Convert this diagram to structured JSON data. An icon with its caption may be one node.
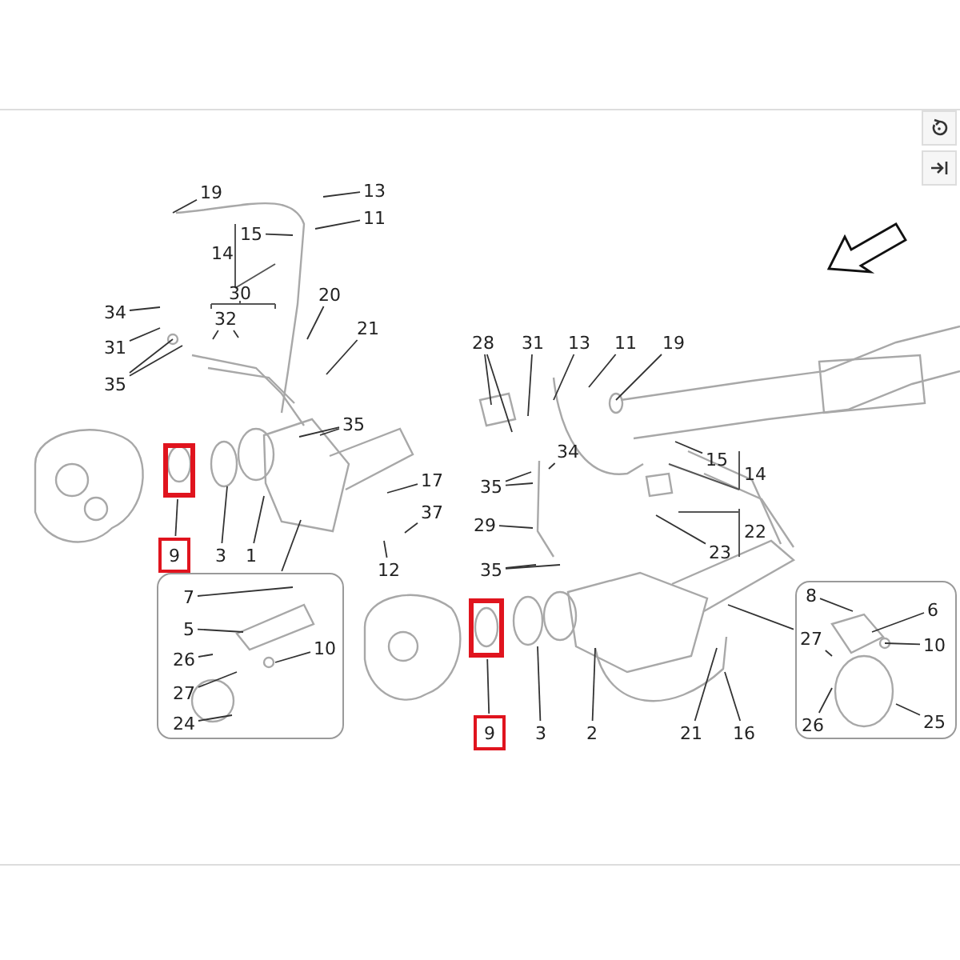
{
  "diagram": {
    "nodes": [
      {
        "text": [
          "19"
        ]
      },
      {
        "text": [
          "13"
        ]
      },
      {
        "text": [
          "11"
        ]
      },
      {
        "text": [
          "15"
        ]
      },
      {
        "text": [
          "20"
        ]
      },
      {
        "text": [
          "21"
        ]
      },
      {
        "text": [
          "34"
        ]
      },
      {
        "text": [
          "32"
        ]
      },
      {
        "text": [
          "31"
        ]
      },
      {
        "text": [
          "35"
        ]
      },
      {
        "text": [
          "35"
        ]
      },
      {
        "text": [
          "9"
        ]
      },
      {
        "text": [],
        "shape": "box"
      },
      {
        "text": [
          "3"
        ]
      },
      {
        "text": [
          "1"
        ]
      },
      {
        "text": [
          "17"
        ]
      },
      {
        "text": [
          "37"
        ]
      },
      {
        "text": [
          "12"
        ]
      },
      {
        "text": [
          "28"
        ]
      },
      {
        "text": [
          "31"
        ]
      },
      {
        "text": [
          "13"
        ]
      },
      {
        "text": [
          "11"
        ]
      },
      {
        "text": [
          "19"
        ]
      },
      {
        "text": [
          "34"
        ]
      },
      {
        "text": [
          "15"
        ]
      },
      {
        "text": [
          "35"
        ]
      },
      {
        "text": [
          "29"
        ]
      },
      {
        "text": [
          "23"
        ]
      },
      {
        "text": [
          "35"
        ]
      },
      {
        "text": [],
        "shape": "box"
      },
      {
        "text": [
          "7"
        ],
        "in": 29
      },
      {
        "text": [
          "5"
        ],
        "in": 29
      },
      {
        "text": [
          "26"
        ],
        "in": 29
      },
      {
        "text": [
          "10"
        ],
        "in": 29
      },
      {
        "text": [
          "27"
        ],
        "in": 29
      },
      {
        "text": [
          "24"
        ],
        "in": 29
      },
      {
        "text": [],
        "shape": "box"
      },
      {
        "text": [
          "9"
        ]
      },
      {
        "text": [
          "3"
        ]
      },
      {
        "text": [
          "2"
        ]
      },
      {
        "text": [
          "21"
        ]
      },
      {
        "text": [
          "16"
        ]
      },
      {
        "text": [],
        "shape": "box"
      },
      {
        "text": [
          "8"
        ],
        "in": 42
      },
      {
        "text": [
          "6"
        ],
        "in": 42
      },
      {
        "text": [
          "27"
        ],
        "in": 42
      },
      {
        "text": [
          "10"
        ],
        "in": 42
      },
      {
        "text": [
          "26"
        ],
        "in": 42
      },
      {
        "text": [
          "25"
        ],
        "in": 42
      }
    ],
    "edges": [
      {
        "from": 0,
        "to": null,
        "arrow": "none"
      },
      {
        "from": 1,
        "to": null,
        "arrow": "none"
      },
      {
        "from": 2,
        "to": null,
        "arrow": "none"
      },
      {
        "from": 3,
        "to": null,
        "arrow": "none"
      },
      {
        "from": 4,
        "to": null,
        "arrow": "none"
      },
      {
        "from": 5,
        "to": null,
        "arrow": "none"
      },
      {
        "from": 6,
        "to": null,
        "arrow": "none"
      },
      {
        "from": 7,
        "to": null,
        "arrow": "none"
      },
      {
        "from": 7,
        "to": null,
        "arrow": "none"
      },
      {
        "from": 8,
        "to": null,
        "arrow": "none"
      },
      {
        "from": 9,
        "to": null,
        "arrow": "none"
      },
      {
        "from": 9,
        "to": null,
        "arrow": "none"
      },
      {
        "from": 10,
        "to": null,
        "arrow": "none"
      },
      {
        "from": 10,
        "to": null,
        "arrow": "none"
      },
      {
        "from": 11,
        "to": 12,
        "arrow": "none"
      },
      {
        "from": 13,
        "to": null,
        "arrow": "none"
      },
      {
        "from": 14,
        "to": null,
        "arrow": "none"
      },
      {
        "from": 15,
        "to": null,
        "arrow": "none"
      },
      {
        "from": 16,
        "to": null,
        "arrow": "none"
      },
      {
        "from": 17,
        "to": null,
        "arrow": "none"
      },
      {
        "from": 18,
        "to": null,
        "arrow": "none"
      },
      {
        "from": 18,
        "to": null,
        "arrow": "none"
      },
      {
        "from": 19,
        "to": null,
        "arrow": "none"
      },
      {
        "from": 20,
        "to": null,
        "arrow": "none"
      },
      {
        "from": 21,
        "to": null,
        "arrow": "none"
      },
      {
        "from": 22,
        "to": null,
        "arrow": "none"
      },
      {
        "from": 23,
        "to": null,
        "arrow": "none"
      },
      {
        "from": 24,
        "to": null,
        "arrow": "none"
      },
      {
        "from": 25,
        "to": null,
        "arrow": "none"
      },
      {
        "from": 25,
        "to": null,
        "arrow": "none"
      },
      {
        "from": 26,
        "to": null,
        "arrow": "none"
      },
      {
        "from": 27,
        "to": null,
        "arrow": "none"
      },
      {
        "from": 28,
        "to": null,
        "arrow": "none"
      },
      {
        "from": 28,
        "to": null,
        "arrow": "none"
      },
      {
        "from": 29,
        "to": null,
        "arrow": "none"
      },
      {
        "from": 30,
        "to": null,
        "arrow": "none"
      },
      {
        "from": 31,
        "to": null,
        "arrow": "none"
      },
      {
        "from": 32,
        "to": null,
        "arrow": "none"
      },
      {
        "from": 33,
        "to": null,
        "arrow": "none"
      },
      {
        "from": 34,
        "to": null,
        "arrow": "none"
      },
      {
        "from": 35,
        "to": null,
        "arrow": "none"
      },
      {
        "from": 37,
        "to": 36,
        "arrow": "none"
      },
      {
        "from": 38,
        "to": null,
        "arrow": "none"
      },
      {
        "from": 39,
        "to": null,
        "arrow": "none"
      },
      {
        "from": 40,
        "to": null,
        "arrow": "none"
      },
      {
        "from": 41,
        "to": null,
        "arrow": "none"
      },
      {
        "from": 42,
        "to": null,
        "arrow": "none"
      },
      {
        "from": 43,
        "to": null,
        "arrow": "none"
      },
      {
        "from": 44,
        "to": null,
        "arrow": "none"
      },
      {
        "from": 45,
        "to": null,
        "arrow": "none"
      },
      {
        "from": 46,
        "to": null,
        "arrow": "none"
      },
      {
        "from": 47,
        "to": null,
        "arrow": "none"
      },
      {
        "from": 48,
        "to": null,
        "arrow": "none"
      }
    ],
    "labels": [
      "14",
      "30",
      "14",
      "22"
    ]
  }
}
